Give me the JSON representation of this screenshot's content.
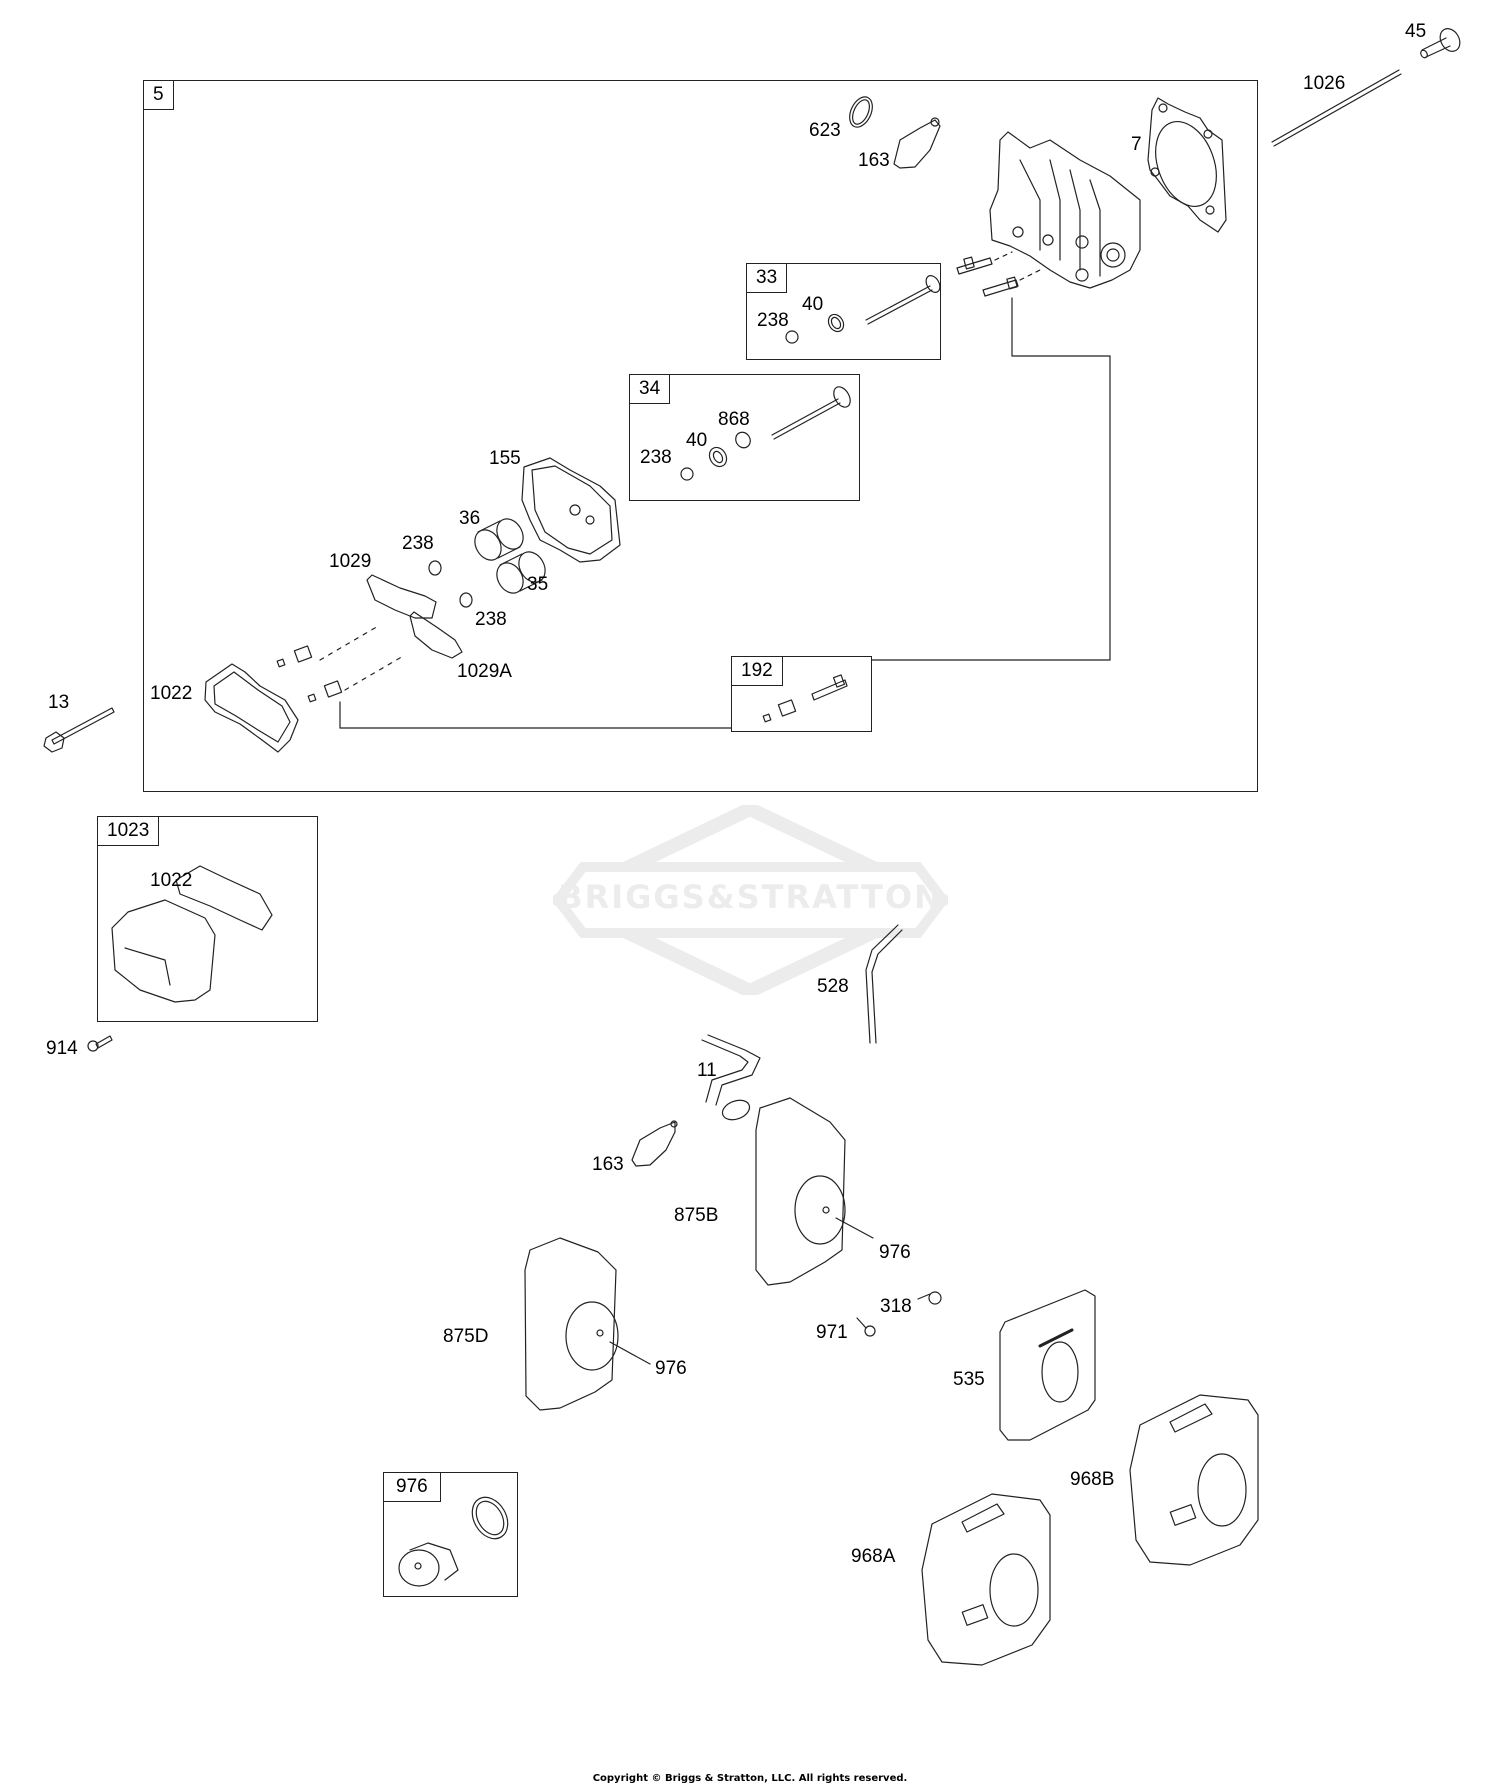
{
  "diagram": {
    "title": "Cylinder Head / Air Cleaner Parts Diagram",
    "watermark": "BRIGGS&STRATTON",
    "copyright": "Copyright © Briggs & Stratton, LLC. All rights reserved.",
    "colors": {
      "line": "#222222",
      "watermark": "#ececec",
      "background": "#ffffff"
    },
    "groups": {
      "cylinder_head_assembly": {
        "ref": "5"
      },
      "intake_valve_kit": {
        "ref": "33",
        "parts": [
          "238",
          "40"
        ]
      },
      "exhaust_valve_kit": {
        "ref": "34",
        "parts": [
          "238",
          "40",
          "868"
        ]
      },
      "stud_kit": {
        "ref": "192"
      },
      "valve_cover_kit": {
        "ref": "1023",
        "parts": [
          "1022"
        ]
      },
      "filter_kit": {
        "ref": "976"
      }
    },
    "callouts": {
      "c45": "45",
      "c1026": "1026",
      "c623": "623",
      "c163a": "163",
      "c7": "7",
      "c155": "155",
      "c36": "36",
      "c238a": "238",
      "c35": "35",
      "c1029": "1029",
      "c238b": "238",
      "c1029a": "1029A",
      "c1022a": "1022",
      "c13": "13",
      "c914": "914",
      "c528": "528",
      "c11": "11",
      "c163b": "163",
      "c875b": "875B",
      "c976a": "976",
      "c318": "318",
      "c971": "971",
      "c875d": "875D",
      "c976b": "976",
      "c535": "535",
      "c968b": "968B",
      "c968a": "968A"
    }
  }
}
